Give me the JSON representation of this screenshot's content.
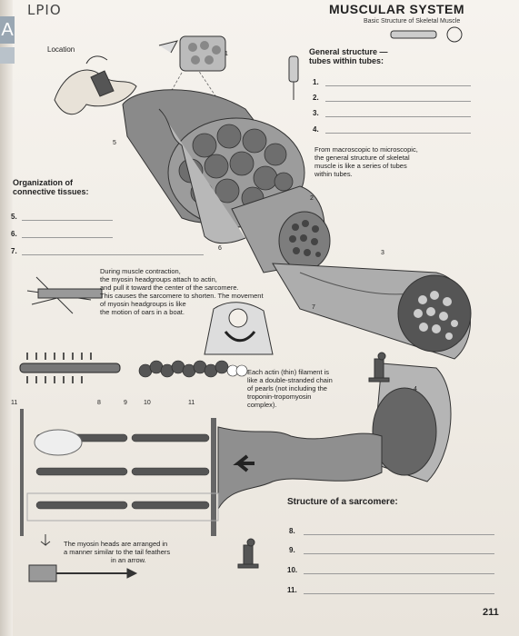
{
  "page": {
    "handwritten_note": "LPIO",
    "title": "MUSCULAR SYSTEM",
    "subtitle": "Basic Structure of Skeletal Muscle",
    "page_number": "211"
  },
  "labels": {
    "location": "Location",
    "general_structure": "General structure —",
    "tubes_within_tubes": "tubes within tubes:",
    "organization_1": "Organization of",
    "organization_2": "connective tissues:",
    "structure_sarcomere": "Structure of a sarcomere:"
  },
  "blanks": {
    "right": [
      "1.",
      "2.",
      "3.",
      "4."
    ],
    "left": [
      "5.",
      "6.",
      "7."
    ],
    "bottom": [
      "8.",
      "9.",
      "10.",
      "11."
    ]
  },
  "diagram_numbers": [
    "5",
    "2",
    "6",
    "3",
    "7",
    "4",
    "8",
    "9",
    "10",
    "11",
    "11",
    "1"
  ],
  "paragraphs": {
    "macro_micro": [
      "From macroscopic to microscopic,",
      "the general structure of skeletal",
      "muscle is like a series of tubes",
      "within tubes."
    ],
    "contraction": [
      "During muscle contraction,",
      "the myosin headgroups attach to actin,",
      "and pull it toward the center of the sarcomere.",
      "This causes the sarcomere to shorten. The movement",
      "of myosin headgroups is like",
      "the motion of oars in a boat."
    ],
    "actin": [
      "Each actin (thin) filament is",
      "like a double-stranded chain",
      "of pearls (not including the",
      "troponin-tropomyosin",
      "complex)."
    ],
    "myosin_heads": [
      "The myosin heads are arranged in",
      "a manner similar to the tail feathers",
      "in an arrow."
    ]
  }
}
